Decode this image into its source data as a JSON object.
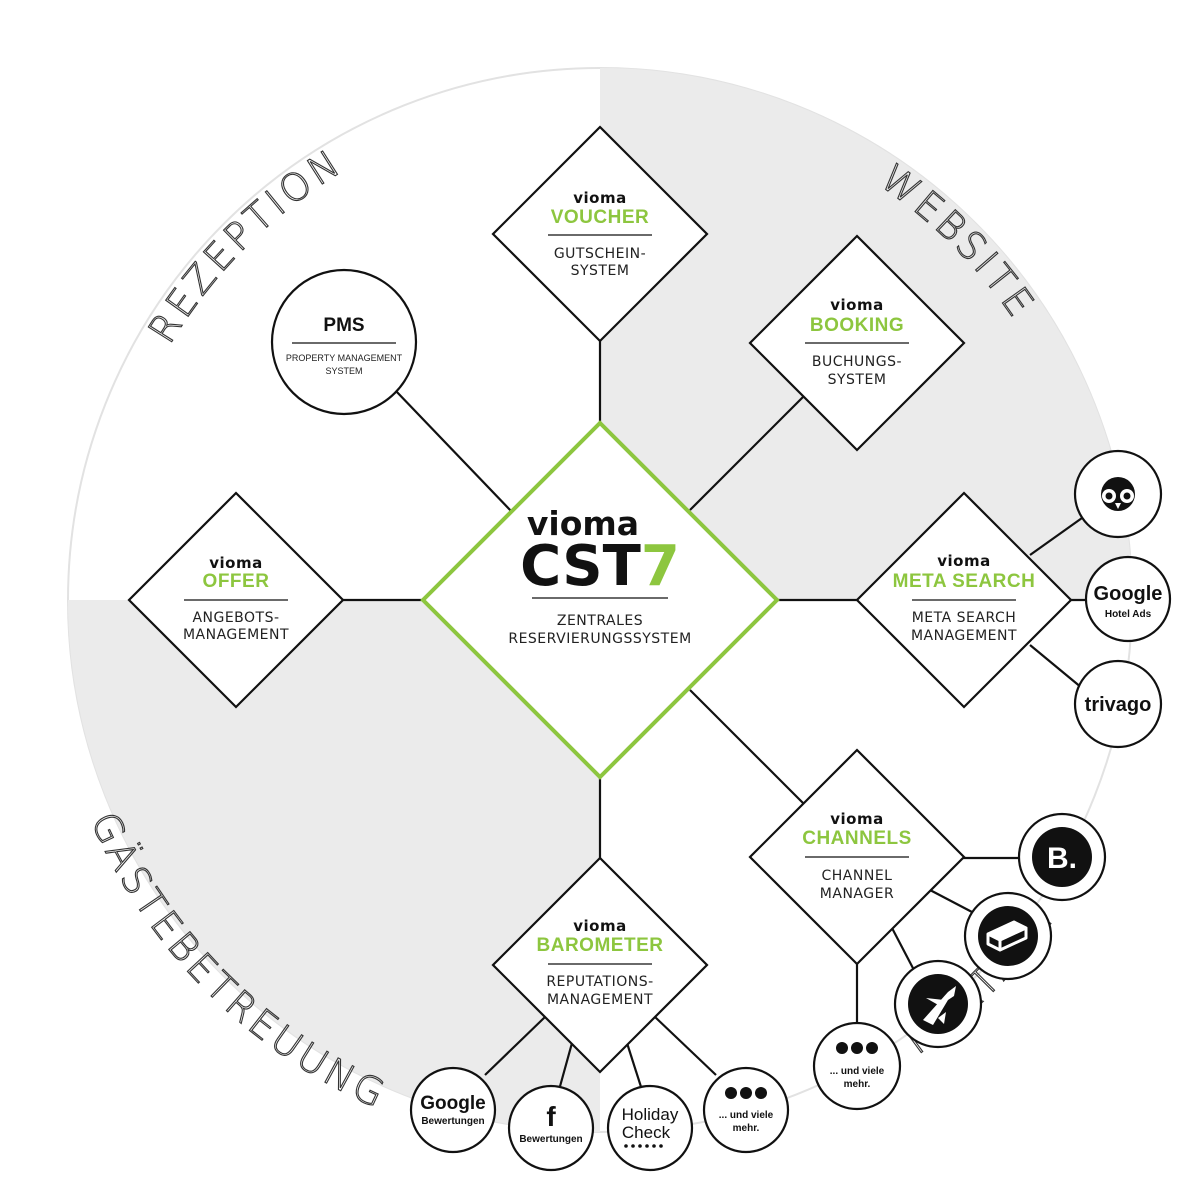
{
  "colors": {
    "accent": "#8dc63f",
    "sector_fill": "#ebebeb",
    "ring": "#e2e2e2",
    "line": "#111111"
  },
  "sectors": {
    "rezeption": "REZEPTION",
    "website": "WEBSITE",
    "gaestebetreuung": "GÄSTEBETREUUNG",
    "portale": "PORTALE"
  },
  "center": {
    "brand": "vioma",
    "product": "CST",
    "version": "7",
    "desc_line1": "ZENTRALES",
    "desc_line2": "RESERVIERUNGSSYSTEM"
  },
  "modules": {
    "voucher": {
      "brand": "vioma",
      "product": "VOUCHER",
      "line1": "GUTSCHEIN-",
      "line2": "SYSTEM"
    },
    "booking": {
      "brand": "vioma",
      "product": "BOOKING",
      "line1": "BUCHUNGS-",
      "line2": "SYSTEM"
    },
    "offer": {
      "brand": "vioma",
      "product": "OFFER",
      "line1": "ANGEBOTS-",
      "line2": "MANAGEMENT"
    },
    "meta_search": {
      "brand": "vioma",
      "product": "META SEARCH",
      "line1": "META SEARCH",
      "line2": "MANAGEMENT"
    },
    "channels": {
      "brand": "vioma",
      "product": "CHANNELS",
      "line1": "CHANNEL",
      "line2": "MANAGER"
    },
    "barometer": {
      "brand": "vioma",
      "product": "BAROMETER",
      "line1": "REPUTATIONS-",
      "line2": "MANAGEMENT"
    }
  },
  "pms": {
    "title": "PMS",
    "sub_line1": "PROPERTY MANAGEMENT",
    "sub_line2": "SYSTEM"
  },
  "meta_partners": {
    "google_line1": "Google",
    "google_line2": "Hotel Ads",
    "trivago": "trivago",
    "tripadvisor_icon": "tripadvisor-owl-icon"
  },
  "channel_partners": {
    "booking_letter": "B.",
    "hotelbeds_icon": "bed-icon",
    "expedia_icon": "plane-icon",
    "more_line1": "... und viele",
    "more_line2": "mehr."
  },
  "review_partners": {
    "google_line1": "Google",
    "google_line2": "Bewertungen",
    "facebook_letter": "f",
    "facebook_label": "Bewertungen",
    "holiday_line1": "Holiday",
    "holiday_line2": "Check",
    "more_line1": "... und viele",
    "more_line2": "mehr."
  }
}
